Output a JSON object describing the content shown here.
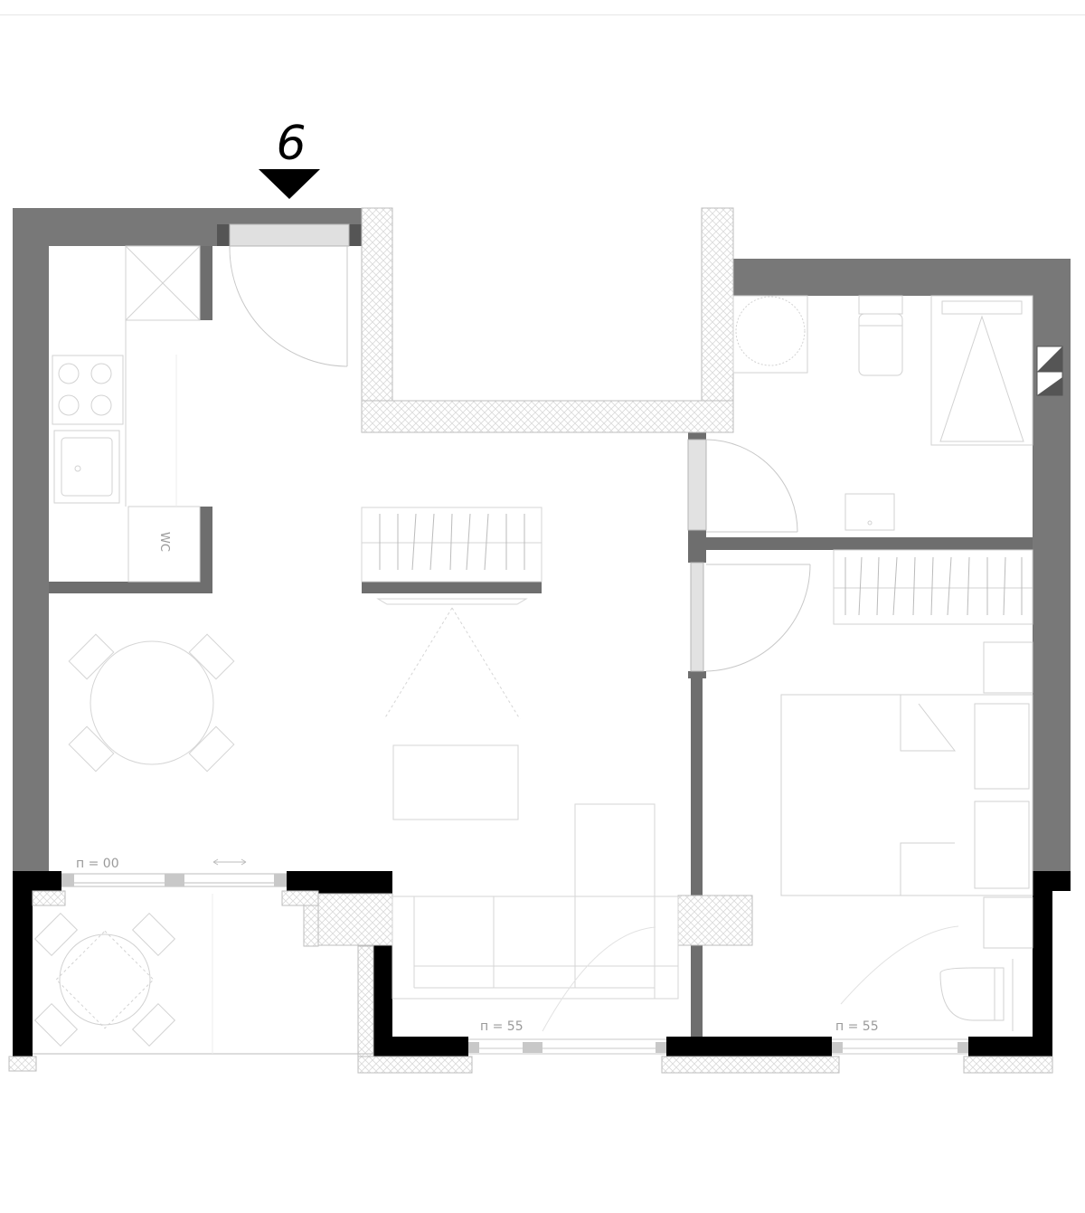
{
  "entry": {
    "number": "6"
  },
  "room_labels": {
    "wc": "WC"
  },
  "window_labels": [
    {
      "text": "п = 00"
    },
    {
      "text": "п = 55"
    },
    {
      "text": "п = 55"
    }
  ],
  "colors": {
    "wall_gray": "#787878",
    "wall_black": "#000000",
    "furniture_line": "#cfcfcf",
    "hatch": "#d2d2d2",
    "window_fill": "#e0e0e0"
  }
}
